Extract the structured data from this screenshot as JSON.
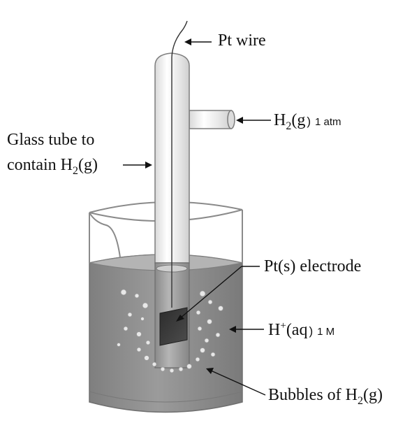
{
  "labels": {
    "pt_wire": "Pt wire",
    "h2_gas": {
      "species": "H",
      "sub": "2",
      "state": "(g",
      "close": ")",
      "condition": "1 atm"
    },
    "glass_tube_line1": "Glass tube to",
    "glass_tube_line2": {
      "text": "contain H",
      "sub": "2",
      "state": "(g)"
    },
    "electrode": "Pt(s) electrode",
    "hplus": {
      "species": "H",
      "sup": "+",
      "state": "(aq",
      "close": ")",
      "condition": "1 M"
    },
    "bubbles": {
      "text": "Bubbles of H",
      "sub": "2",
      "state": "(g)"
    }
  },
  "colors": {
    "solution": "#8e8e8e",
    "glass_outline": "#7a7a7a",
    "electrode_plate": "#3a3a3a",
    "bubble": "#e6e6e6"
  }
}
